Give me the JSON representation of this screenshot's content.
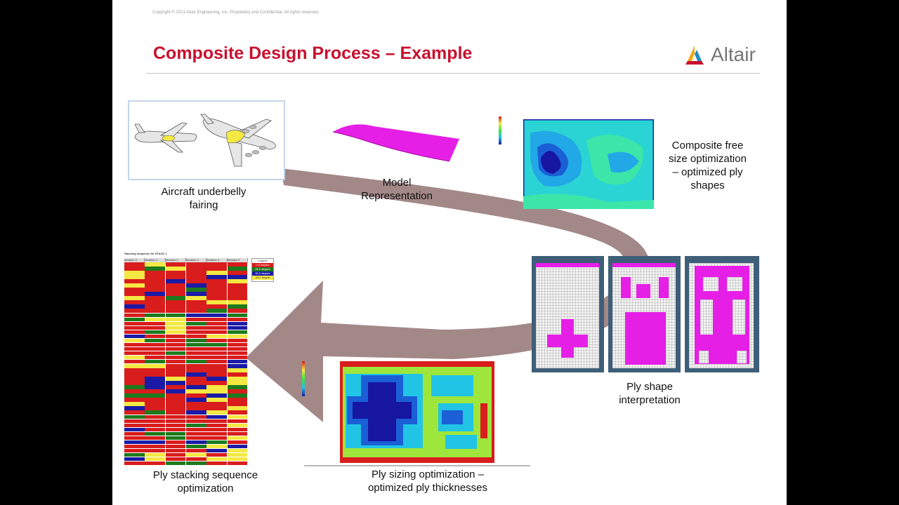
{
  "copyright": "Copyright © 2013 Altair Engineering, Inc. Proprietary and Confidential. All rights reserved.",
  "title": "Composite Design Process – Example",
  "logo": {
    "text": "Altair"
  },
  "captions": {
    "aircraft": [
      "Aircraft underbelly",
      "fairing"
    ],
    "model": [
      "Model",
      "Representation"
    ],
    "free_size": [
      "Composite free",
      "size optimization",
      "– optimized ply",
      "shapes"
    ],
    "ply_shape": [
      "Ply shape",
      "interpretation"
    ],
    "sizing": [
      "Ply sizing optimization –",
      "optimized ply thicknesses"
    ],
    "stacking": [
      "Ply stacking sequence",
      "optimization"
    ]
  },
  "stacking_table": {
    "title": "Stacking sequence for STACK 1",
    "headers": [
      "Iteration 0",
      "Iteration 1",
      "Iteration 2",
      "Iteration 3",
      "Iteration 4",
      "Iteration 5"
    ],
    "legend": {
      "title": "Legend",
      "items": [
        "0.0 degree",
        "45.0 degree",
        "90.0 degree",
        "-45.0 degree"
      ],
      "colors": [
        "#d91c1c",
        "#1d7a1d",
        "#1a1aa6",
        "#f4e842"
      ]
    }
  },
  "colors": {
    "title_red": "#c8102e",
    "arrow": "#8c6a6a",
    "magenta": "#e61fe6",
    "panel_border": "#3f5e78"
  }
}
